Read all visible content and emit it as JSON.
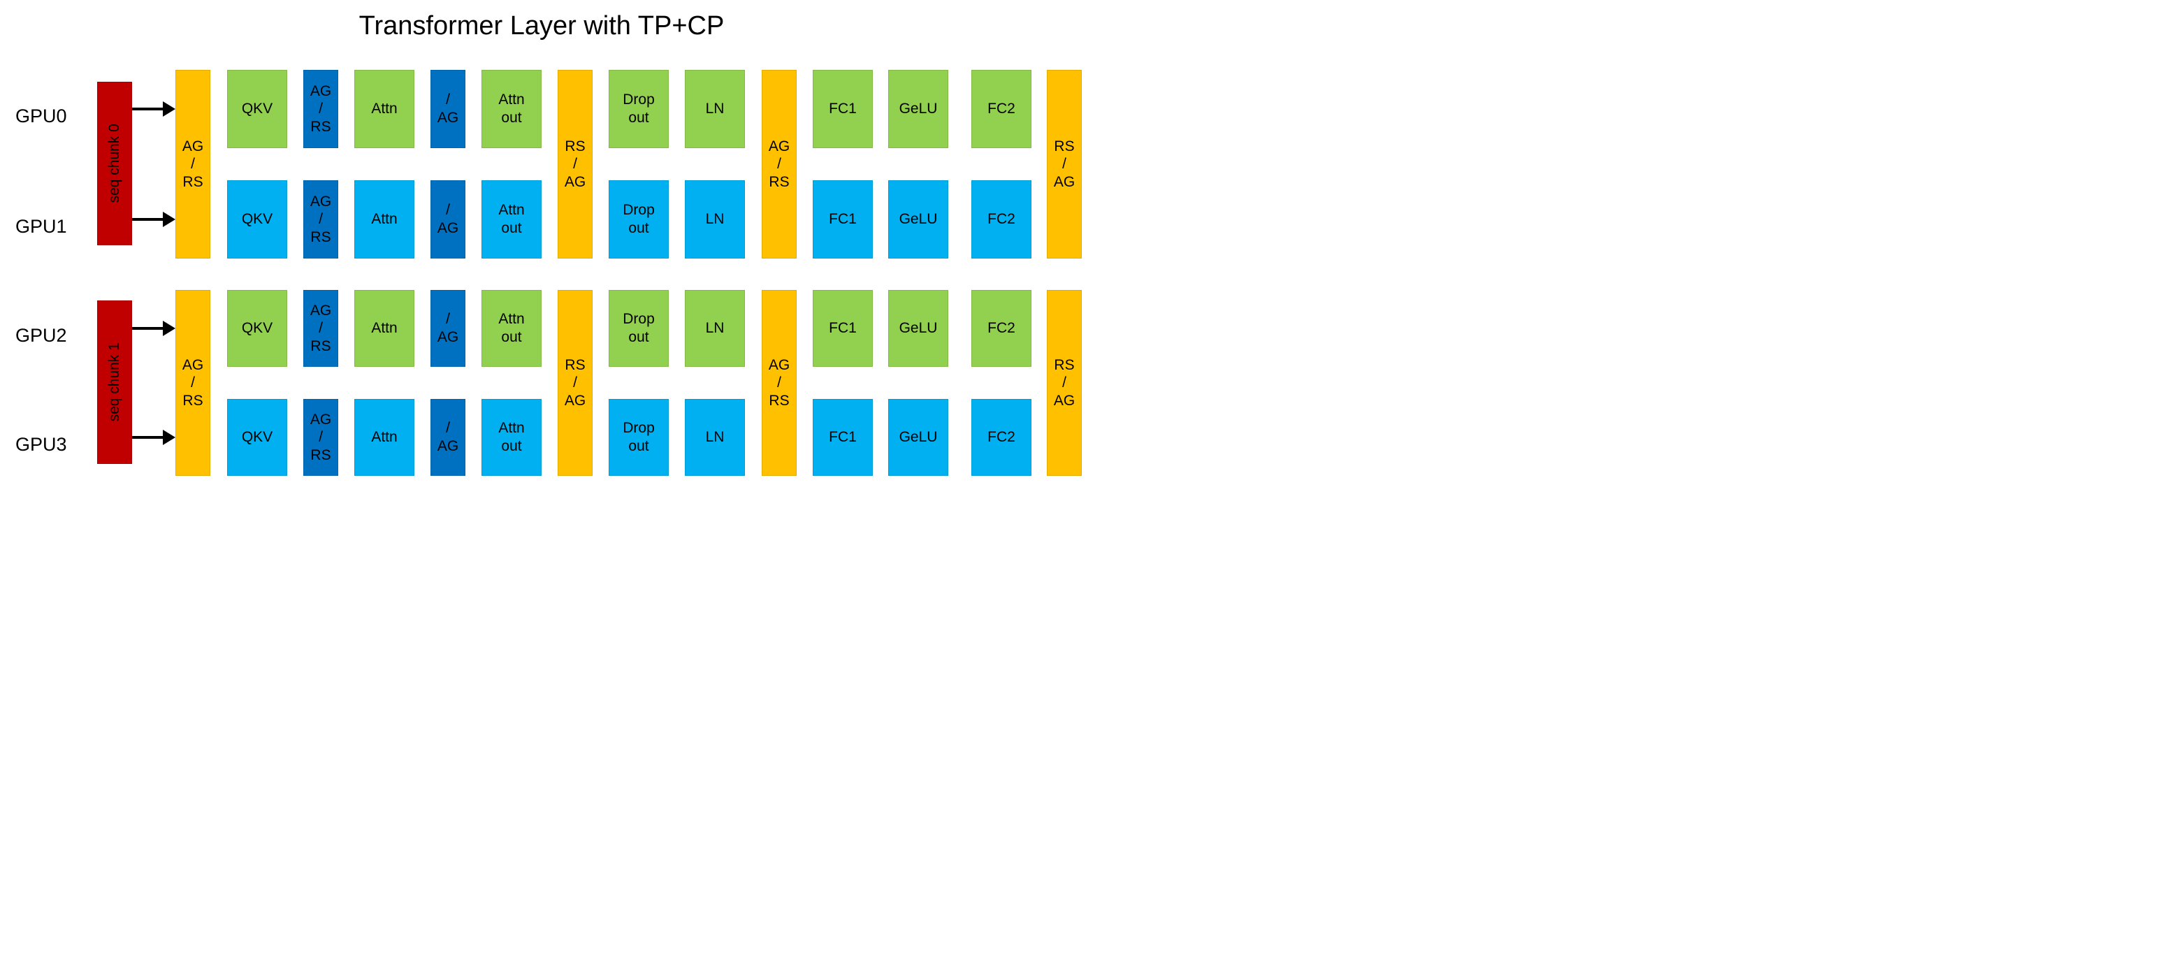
{
  "title": "Transformer Layer with TP+CP",
  "colors": {
    "seq-chunk": "#C00000",
    "comm-gold": "#FFC000",
    "gpu-top": "#92D050",
    "gpu-bottom": "#00B0F0",
    "comm-blue": "#0070C0",
    "arrow": "#000000",
    "text": "#000000",
    "background": "#FFFFFF"
  },
  "gpu_labels": [
    "GPU0",
    "GPU1",
    "GPU2",
    "GPU3"
  ],
  "seq_chunks": [
    "seq chunk 0",
    "seq chunk 1"
  ],
  "comm_bars": {
    "g1": [
      "AG\n/\nRS",
      "RS\n/\nAG",
      "AG\n/\nRS",
      "RS\n/\nAG"
    ],
    "g2": [
      "AG\n/\nRS",
      "RS\n/\nAG",
      "AG\n/\nRS",
      "RS\n/\nAG"
    ]
  },
  "rows": {
    "gpu0": {
      "qkv": "QKV",
      "ag_rs": "AG\n/\nRS",
      "attn": "Attn",
      "slash_ag": "/\nAG",
      "attn_out": "Attn\nout",
      "dropout": "Drop\nout",
      "ln": "LN",
      "fc1": "FC1",
      "gelu": "GeLU",
      "fc2": "FC2"
    },
    "gpu1": {
      "qkv": "QKV",
      "ag_rs": "AG\n/\nRS",
      "attn": "Attn",
      "slash_ag": "/\nAG",
      "attn_out": "Attn\nout",
      "dropout": "Drop\nout",
      "ln": "LN",
      "fc1": "FC1",
      "gelu": "GeLU",
      "fc2": "FC2"
    },
    "gpu2": {
      "qkv": "QKV",
      "ag_rs": "AG\n/\nRS",
      "attn": "Attn",
      "slash_ag": "/\nAG",
      "attn_out": "Attn\nout",
      "dropout": "Drop\nout",
      "ln": "LN",
      "fc1": "FC1",
      "gelu": "GeLU",
      "fc2": "FC2"
    },
    "gpu3": {
      "qkv": "QKV",
      "ag_rs": "AG\n/\nRS",
      "attn": "Attn",
      "slash_ag": "/\nAG",
      "attn_out": "Attn\nout",
      "dropout": "Drop\nout",
      "ln": "LN",
      "fc1": "FC1",
      "gelu": "GeLU",
      "fc2": "FC2"
    }
  }
}
